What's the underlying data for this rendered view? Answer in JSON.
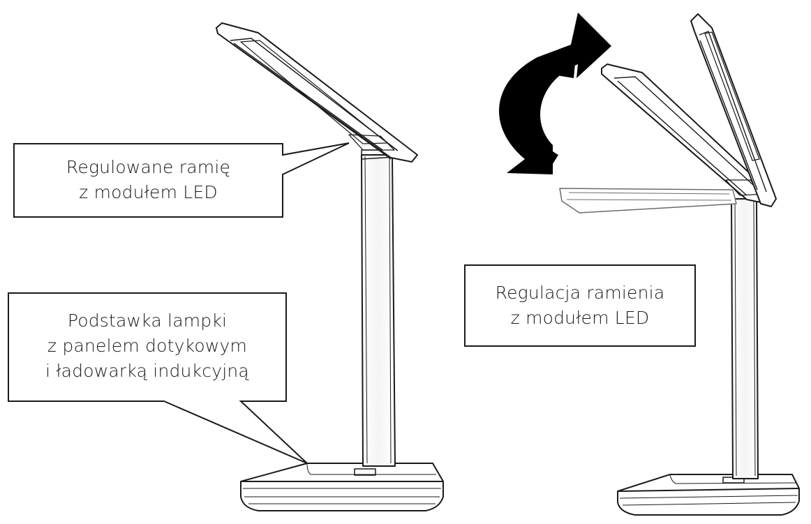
{
  "callouts": {
    "arm": {
      "line1": "Regulowane ramię",
      "line2": "z modułem LED"
    },
    "base": {
      "line1": "Podstawka lampki",
      "line2": "z panelem dotykowym",
      "line3": "i ładowarką indukcyjną"
    },
    "adjust": {
      "line1": "Regulacja ramienia",
      "line2": "z modułem LED"
    }
  },
  "colors": {
    "line": "#1a1a1a",
    "arrow": "#000000",
    "background": "#ffffff"
  },
  "icons": {
    "rotation": "curved-double-arrow-icon"
  }
}
